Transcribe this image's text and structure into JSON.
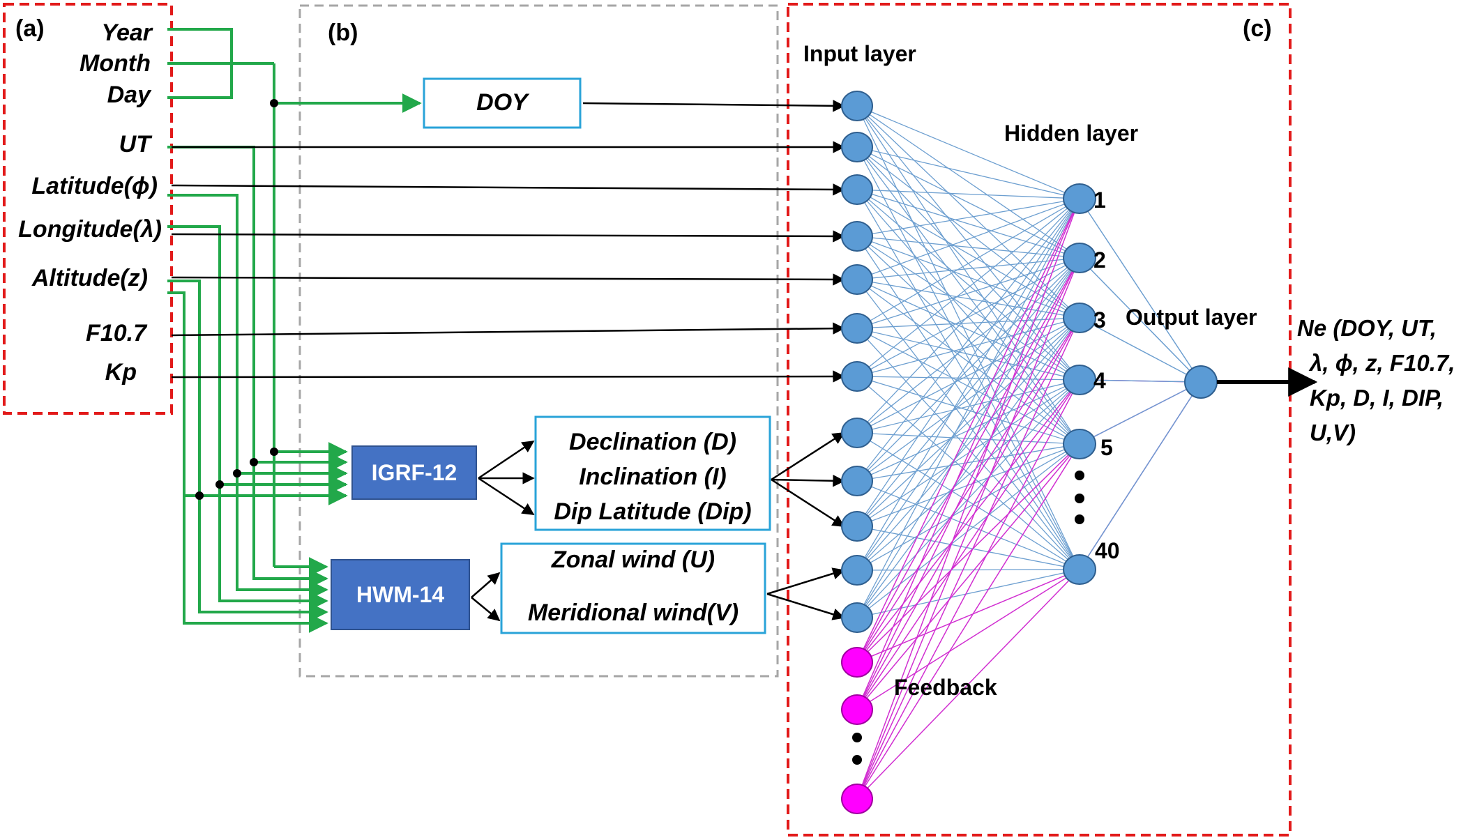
{
  "panels": {
    "a": "(a)",
    "b": "(b)",
    "c": "(c)"
  },
  "inputs": [
    "Year",
    "Month",
    "Day",
    "UT",
    "Latitude(ϕ)",
    "Longitude(λ)",
    "Altitude(z)",
    "F10.7",
    "Kp"
  ],
  "processing": {
    "doy": "DOY",
    "igrf": "IGRF-12",
    "hwm": "HWM-14",
    "igrf_outputs": [
      "Declination (D)",
      "Inclination (I)",
      "Dip Latitude (Dip)"
    ],
    "hwm_outputs": [
      "Zonal wind (U)",
      "Meridional wind(V)"
    ]
  },
  "network": {
    "input_layer": "Input layer",
    "hidden_layer": "Hidden layer",
    "output_layer": "Output layer",
    "feedback": "Feedback",
    "hidden_labels": [
      "1",
      "2",
      "3",
      "4",
      "5",
      "40"
    ],
    "output_text": [
      "Ne (DOY, UT,",
      "λ, ϕ, z, F10.7,",
      "Kp, D, I, DIP,",
      "U,V)"
    ]
  },
  "colors": {
    "panel_border": "#e21a1a",
    "panel_b_border": "#a6a6a6",
    "green_wire": "#22a84a",
    "box_outline": "#29a3d8",
    "model_box": "#4472c4",
    "input_node": "#5b9bd5",
    "feedback_node": "#ff00ff",
    "blue_conn": "#6d9fd0",
    "magenta_conn": "#d12fd1"
  }
}
